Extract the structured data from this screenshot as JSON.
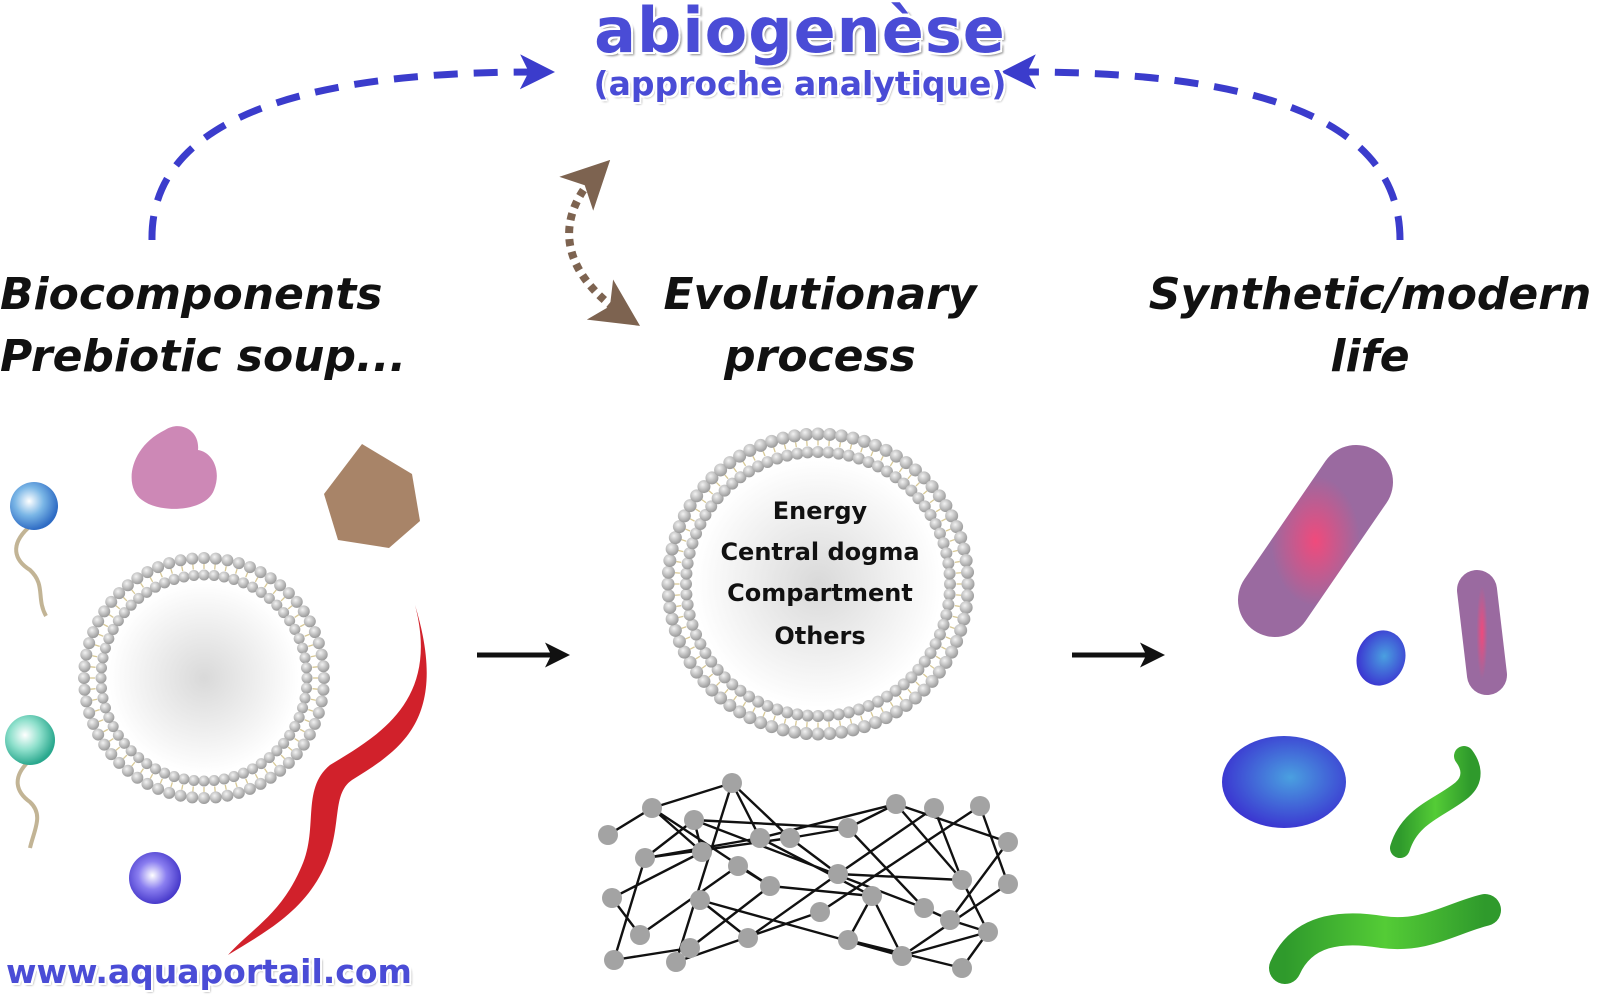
{
  "title": {
    "main": "abiogenèse",
    "subtitle": "(approche analytique)"
  },
  "stages": [
    {
      "line1": "Biocomponents",
      "line2": "Prebiotic soup..."
    },
    {
      "line1": "Evolutionary",
      "line2": "process"
    },
    {
      "line1": "Synthetic/modern",
      "line2": "life"
    }
  ],
  "vesicle_terms": [
    "Energy",
    "Central dogma",
    "Compartment",
    "Others"
  ],
  "watermark": "www.aquaportail.com",
  "colors": {
    "title_blue": "#4a4cd6",
    "arrow_blue": "#3b3ccc",
    "dotted_brown": "#7d6350",
    "protein_pink": "#cd88b6",
    "hexagon_brown": "#a88468",
    "rna_red": "#d1212b",
    "cell_pink": "#e8487a",
    "cell_blue": "#3a6fd8",
    "cell_green": "#33aa2a"
  }
}
